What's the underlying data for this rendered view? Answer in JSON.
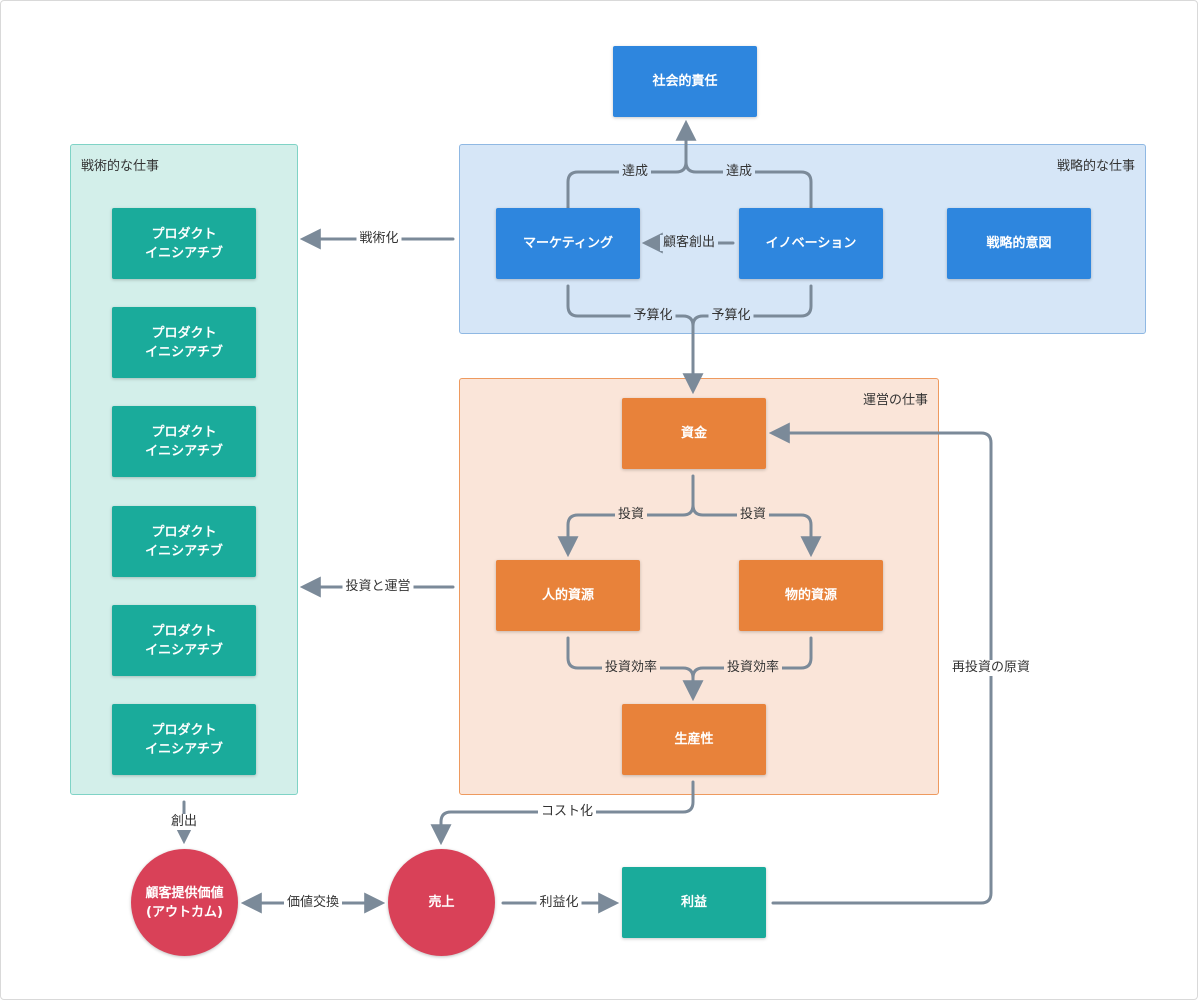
{
  "groups": {
    "tactical_title": "戦術的な仕事",
    "strategic_title": "戦略的な仕事",
    "operational_title": "運営の仕事"
  },
  "nodes": {
    "social_responsibility": "社会的責任",
    "marketing": "マーケティング",
    "innovation": "イノベーション",
    "strategic_intent": "戦略的意図",
    "funds": "資金",
    "human_resources": "人的資源",
    "physical_resources": "物的資源",
    "productivity": "生産性",
    "customer_value": "顧客提供価値\n(アウトカム)",
    "sales": "売上",
    "profit": "利益",
    "product_initiatives": [
      "プロダクト\nイニシアチブ",
      "プロダクト\nイニシアチブ",
      "プロダクト\nイニシアチブ",
      "プロダクト\nイニシアチブ",
      "プロダクト\nイニシアチブ",
      "プロダクト\nイニシアチブ"
    ]
  },
  "edge_labels": {
    "achieve_left": "達成",
    "achieve_right": "達成",
    "customer_creation": "顧客創出",
    "tacticalize": "戦術化",
    "budget_left": "予算化",
    "budget_right": "予算化",
    "invest_left": "投資",
    "invest_right": "投資",
    "invest_and_operate": "投資と運営",
    "efficiency_left": "投資効率",
    "efficiency_right": "投資効率",
    "costing": "コスト化",
    "create": "創出",
    "value_exchange": "価値交換",
    "monetize": "利益化",
    "reinvestment": "再投資の原資"
  },
  "colors": {
    "blue_node": "#2e86de",
    "orange_node": "#e8823a",
    "teal_node": "#1aab9b",
    "red_circle": "#d94158",
    "edge": "#7b8a99",
    "strategic_bg": "#d6e6f7",
    "operational_bg": "#fae5d9",
    "tactical_bg": "#d3efea"
  }
}
